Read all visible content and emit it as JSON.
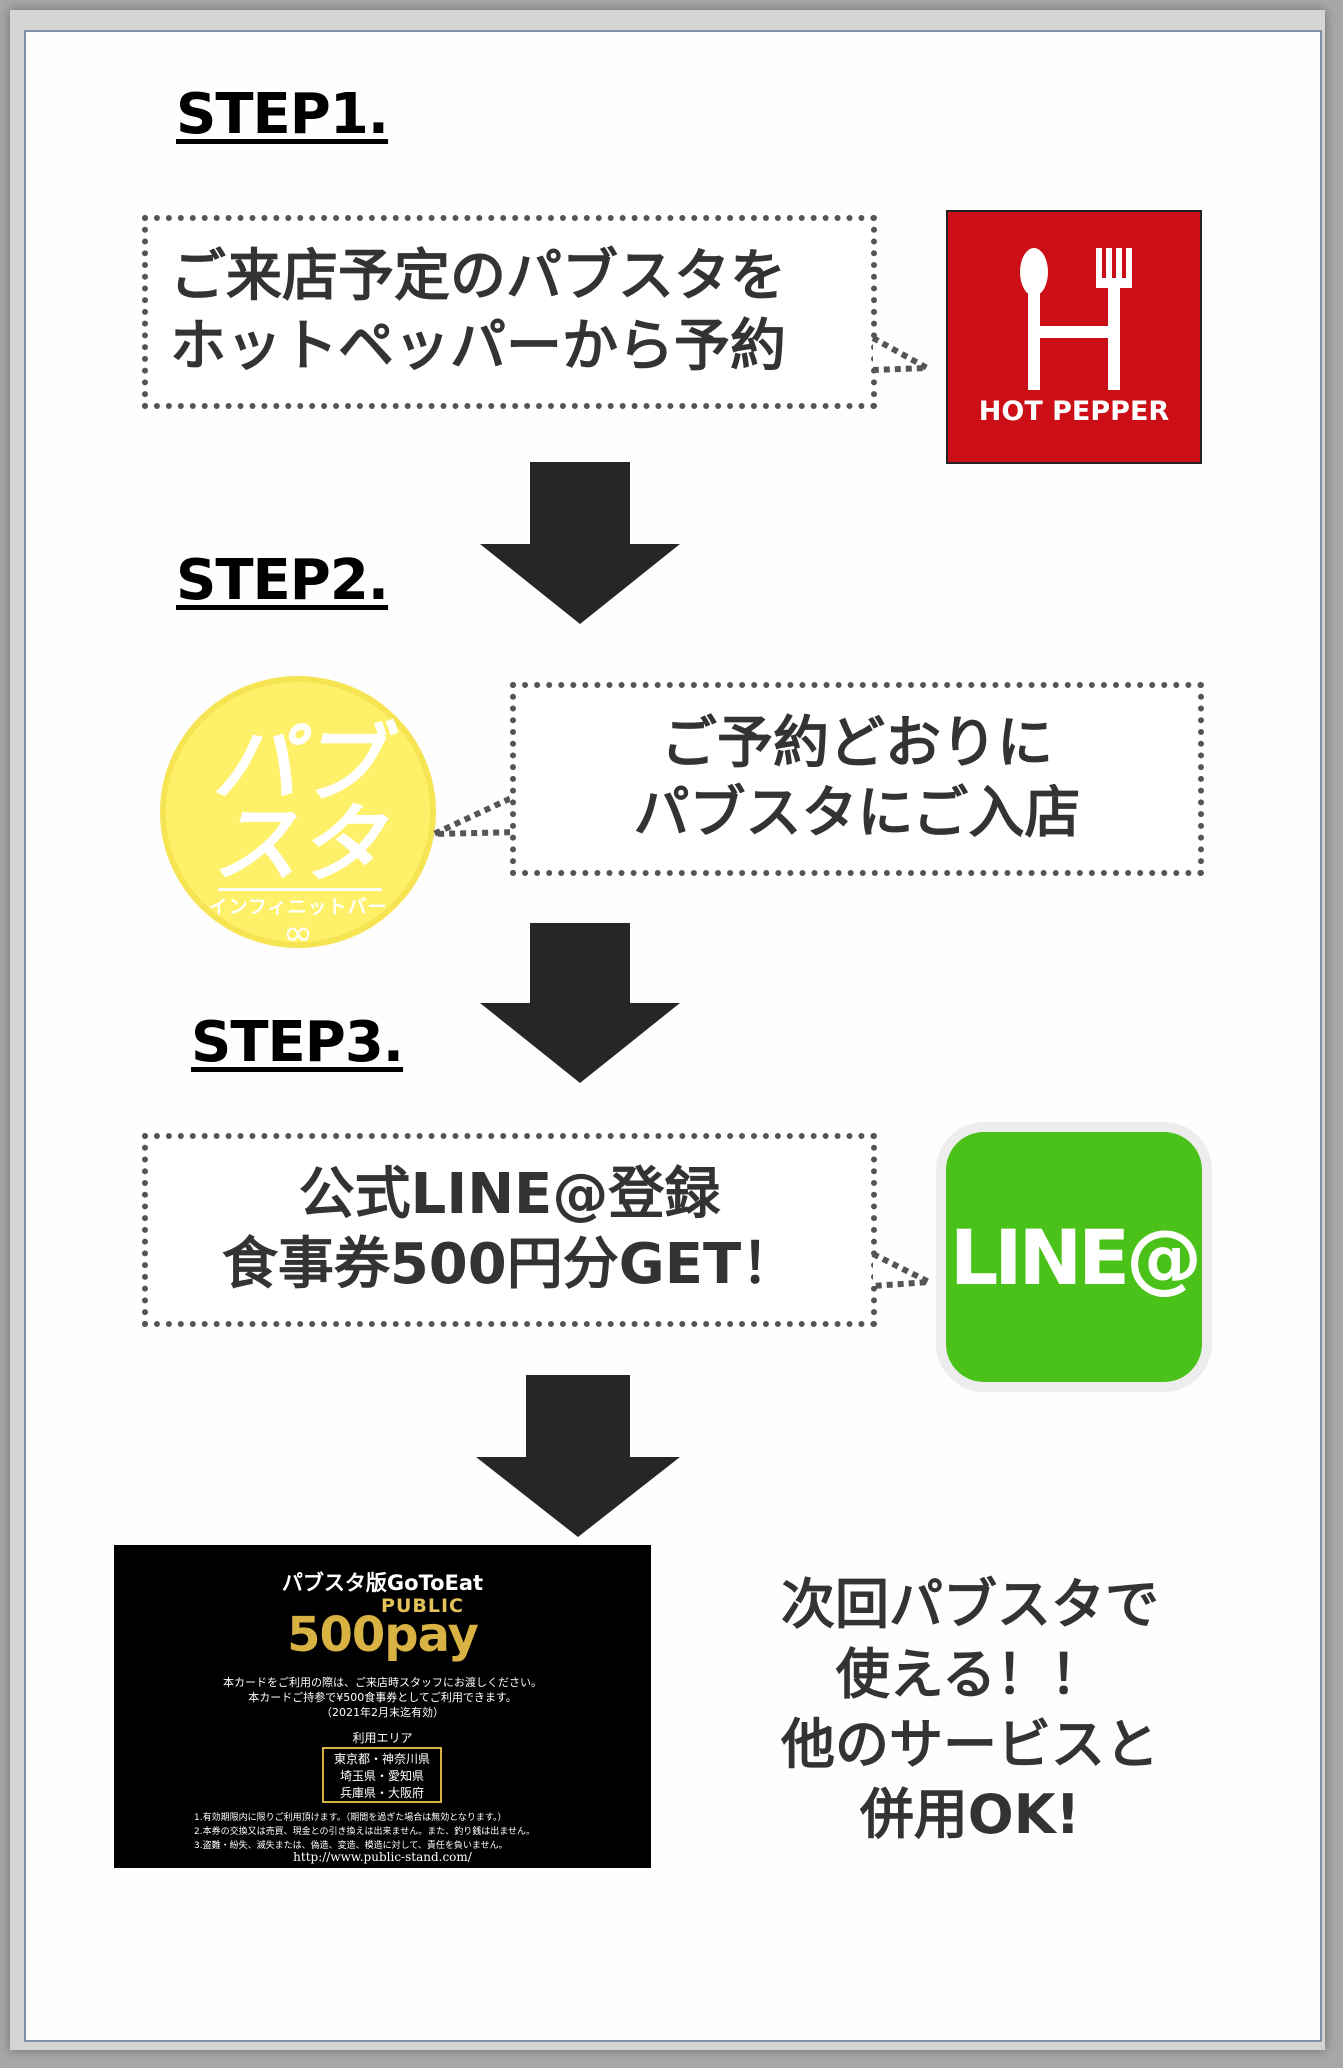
{
  "steps": [
    {
      "title": "STEP1.",
      "text_lines": [
        "ご来店予定のパブスタを",
        "ホットペッパーから予約"
      ]
    },
    {
      "title": "STEP2.",
      "text_lines": [
        "ご予約どおりに",
        "パブスタにご入店"
      ]
    },
    {
      "title": "STEP3.",
      "text_lines": [
        "公式LINE@登録",
        "食事券500円分GET！"
      ]
    }
  ],
  "logos": {
    "hotpepper": {
      "text": "HOT PEPPER",
      "color": "#cc0f17"
    },
    "pabsuta": {
      "main_top": "パブ",
      "main_bottom": "スタ",
      "sub": "インフィニットバー",
      "symbol": "∞",
      "color": "#fff069"
    },
    "line": {
      "text": "LINE@",
      "color": "#4bc219"
    }
  },
  "card": {
    "title": "パブスタ版GoToEat",
    "brand": "PUBLIC",
    "amount": "500pay",
    "notice_lines": [
      "本カードをご利用の際は、ご来店時スタッフにお渡しください。",
      "本カードご持参で¥500食事券としてご利用できます。",
      "（2021年2月末迄有効）"
    ],
    "area_label": "利用エリア",
    "area_lines": [
      "東京都・神奈川県",
      "埼玉県・愛知県",
      "兵庫県・大阪府"
    ],
    "terms": [
      "1.有効期限内に限りご利用頂けます。（期間を過ぎた場合は無効となります。）",
      "2.本券の交換又は売買、現金との引き換えは出来ません。また、釣り銭は出ません。",
      "3.盗難・紛失、滅失または、偽造、変造、模造に対して、責任を負いません。"
    ],
    "url": "http://www.public-stand.com/"
  },
  "final_text_lines": [
    "次回パブスタで",
    "使える！！",
    "他のサービスと",
    "併用OK!"
  ],
  "colors": {
    "arrow": "#262626",
    "callout_border": "#555555",
    "text": "#333333"
  }
}
